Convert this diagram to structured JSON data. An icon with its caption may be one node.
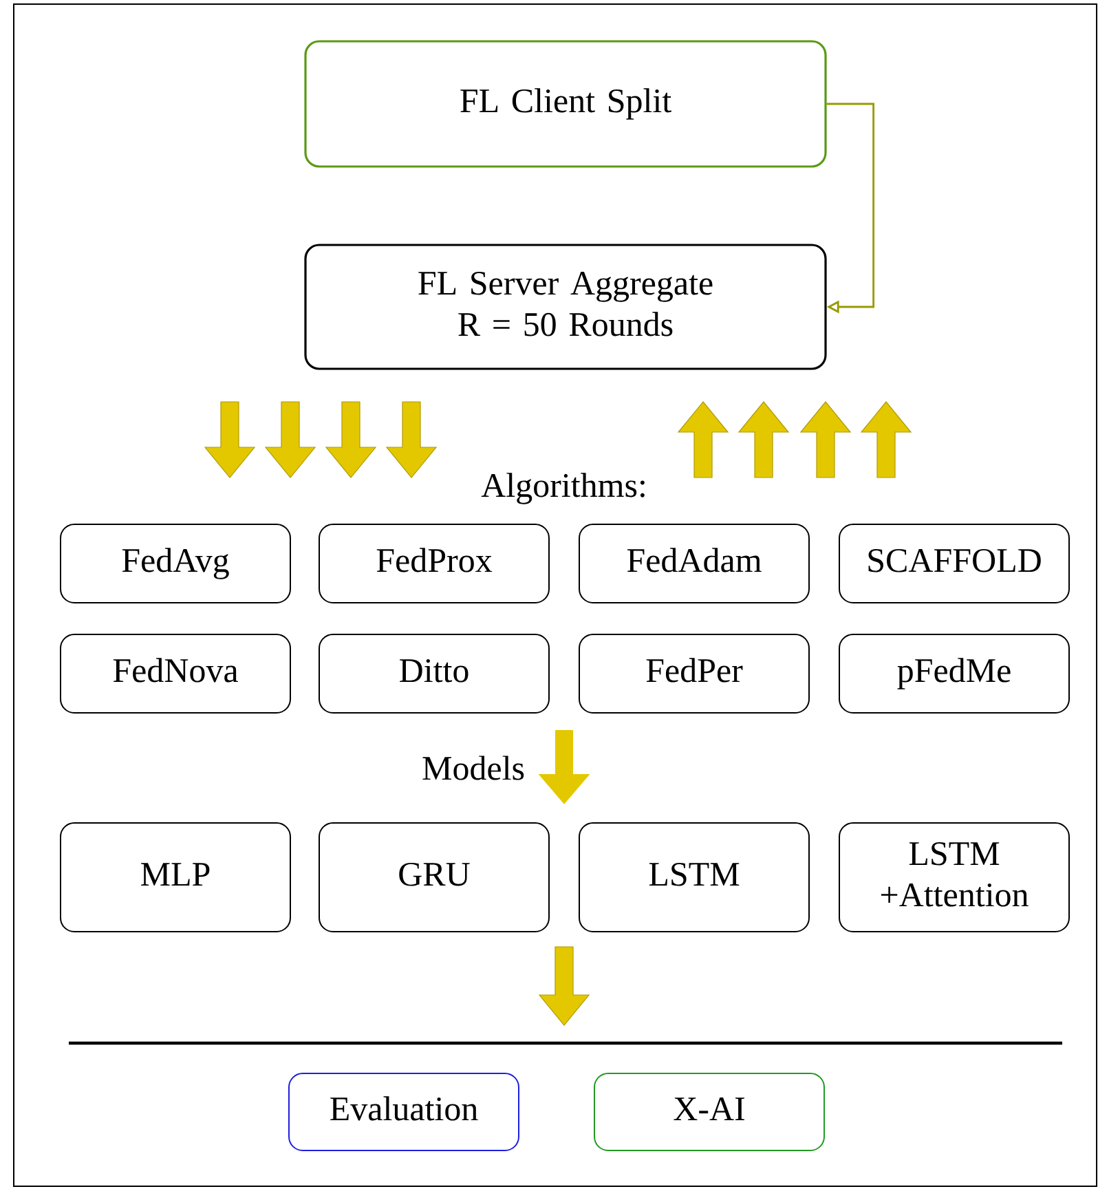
{
  "diagram": {
    "nodes": [
      {
        "text": [
          "FL Client Split"
        ]
      },
      {
        "text": [
          "FL Server Aggregate R = 50 Rounds"
        ]
      },
      {
        "text": [
          "FedAvg"
        ]
      },
      {
        "text": [
          "FedProx"
        ]
      },
      {
        "text": [
          "FedAdam"
        ]
      },
      {
        "text": [
          "SCAFFOLD"
        ]
      },
      {
        "text": [
          "FedNova"
        ]
      },
      {
        "text": [
          "Ditto"
        ]
      },
      {
        "text": [
          "FedPer"
        ]
      },
      {
        "text": [
          "pFedMe"
        ]
      },
      {
        "text": [
          "MLP"
        ]
      },
      {
        "text": [
          "GRU"
        ]
      },
      {
        "text": [
          "LSTM"
        ]
      },
      {
        "text": [
          "LSTM +Attention"
        ]
      },
      {
        "text": [
          "Evaluation"
        ]
      },
      {
        "text": [
          "X-AI"
        ]
      }
    ],
    "edges": [
      {
        "from": 0,
        "to": 1,
        "arrow": "to",
        "color": "#999900"
      },
      {
        "from": 7,
        "to": 11,
        "arrow": "to",
        "style": "thick",
        "color": "#e3c800"
      }
    ],
    "labels": [
      "Algorithms:",
      "Models"
    ]
  }
}
